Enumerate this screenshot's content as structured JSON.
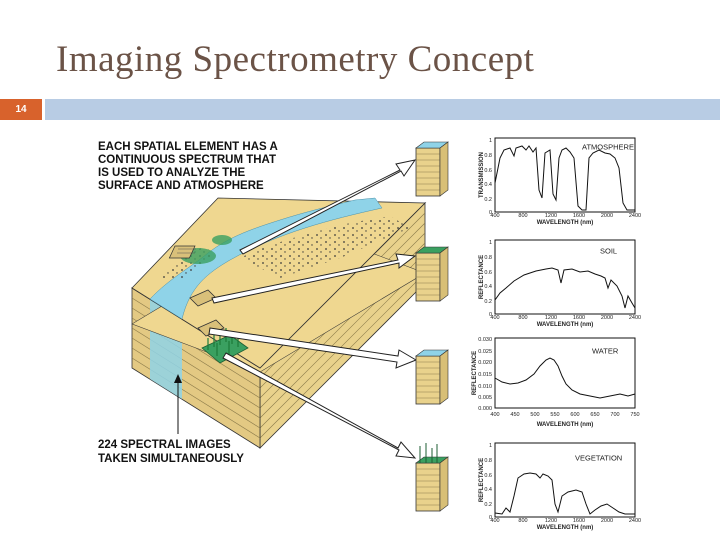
{
  "slide": {
    "title": "Imaging Spectrometry Concept",
    "page_number": "14",
    "accent_color": "#d8622c",
    "bar_color": "#b8cce4",
    "title_color": "#6b5347"
  },
  "figure": {
    "annotation_top": [
      "EACH SPATIAL ELEMENT HAS A",
      "CONTINUOUS SPECTRUM THAT",
      "IS USED TO ANALYZE THE",
      "SURFACE AND ATMOSPHERE"
    ],
    "annotation_bottom": [
      "224 SPECTRAL IMAGES",
      "TAKEN SIMULTANEOUSLY"
    ],
    "xlabel": "WAVELENGTH (nm)",
    "panels": [
      {
        "material": "ATMOSPHERE",
        "ylabel": "TRANSMISSION",
        "xticks": [
          "400",
          "800",
          "1200",
          "1600",
          "2000",
          "2400"
        ],
        "yticks": [
          "1",
          "0.8",
          "0.6",
          "0.4",
          "0.2",
          "0"
        ]
      },
      {
        "material": "SOIL",
        "ylabel": "REFLECTANCE",
        "xticks": [
          "400",
          "800",
          "1200",
          "1600",
          "2000",
          "2400"
        ],
        "yticks": [
          "1",
          "0.8",
          "0.6",
          "0.4",
          "0.2",
          "0"
        ]
      },
      {
        "material": "WATER",
        "ylabel": "REFLECTANCE",
        "xticks": [
          "400",
          "450",
          "500",
          "550",
          "600",
          "650",
          "700",
          "750"
        ],
        "yticks": [
          "0.030",
          "0.025",
          "0.020",
          "0.015",
          "0.010",
          "0.005",
          "0.000"
        ]
      },
      {
        "material": "VEGETATION",
        "ylabel": "REFLECTANCE",
        "xticks": [
          "400",
          "800",
          "1200",
          "1600",
          "2000",
          "2400"
        ],
        "yticks": [
          "1",
          "0.8",
          "0.6",
          "0.4",
          "0.2",
          "0"
        ]
      }
    ]
  }
}
